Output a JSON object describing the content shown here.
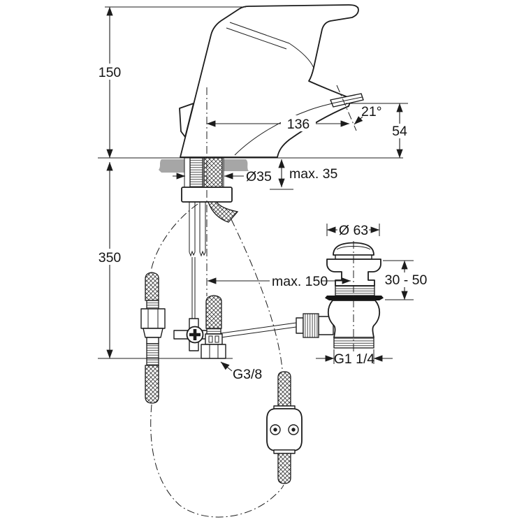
{
  "labels": {
    "height_above_deck": "150",
    "depth_below_deck": "350",
    "spout_reach": "136",
    "outlet_angle": "21°",
    "outlet_height": "54",
    "max_deck_thickness": "max. 35",
    "mounting_hole_diameter": "Ø35",
    "waste_cap_diameter": "Ø 63",
    "waste_height_range": "30 - 50",
    "max_rod_offset": "max. 150",
    "supply_hose_thread": "G3/8",
    "waste_outlet_thread": "G1 1/4"
  },
  "colors": {
    "ink": "#1c1c1c",
    "deck_gray": "#a6a6a6",
    "background": "#ffffff"
  }
}
